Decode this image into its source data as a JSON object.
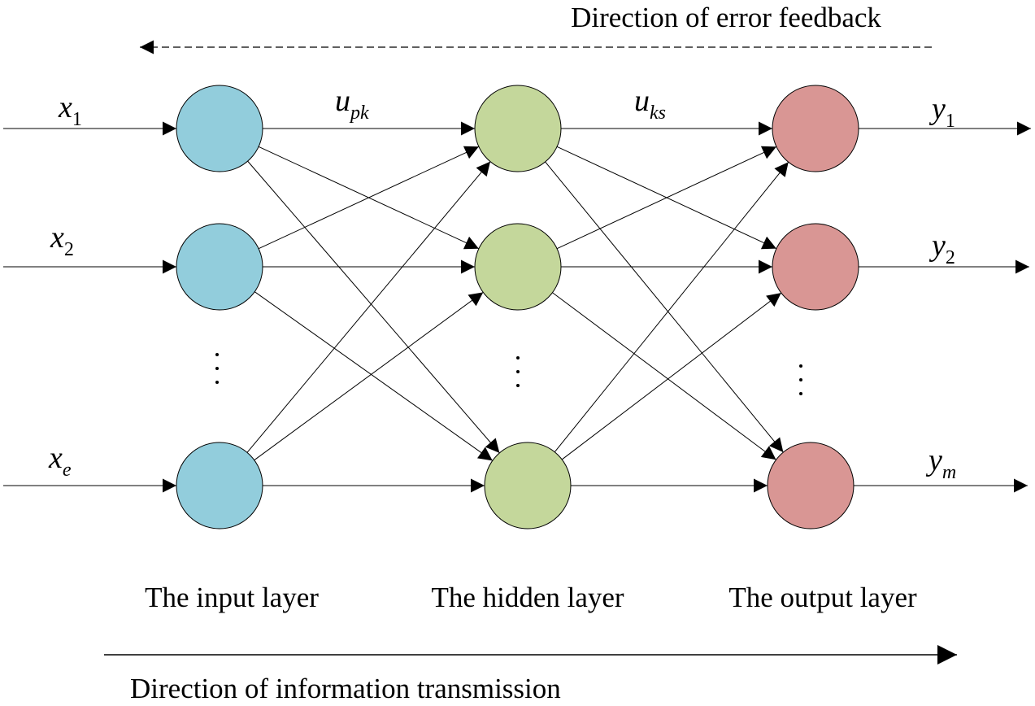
{
  "feedback_label": "Direction of error feedback",
  "transmission_label": "Direction of information transmission",
  "layers": {
    "input": {
      "label": "The input layer",
      "color": "#92CDDC",
      "inputs": [
        {
          "base": "x",
          "sub": "1"
        },
        {
          "base": "x",
          "sub": "2"
        },
        {
          "base": "x",
          "sub": "e"
        }
      ]
    },
    "hidden": {
      "label": "The hidden layer",
      "color": "#C4D79B"
    },
    "output": {
      "label": "The output layer",
      "color": "#D99694",
      "outputs": [
        {
          "base": "y",
          "sub": "1"
        },
        {
          "base": "y",
          "sub": "2"
        },
        {
          "base": "y",
          "sub": "m"
        }
      ]
    }
  },
  "weights": {
    "input_hidden": {
      "base": "u",
      "sub": "pk"
    },
    "hidden_output": {
      "base": "u",
      "sub": "ks"
    }
  }
}
